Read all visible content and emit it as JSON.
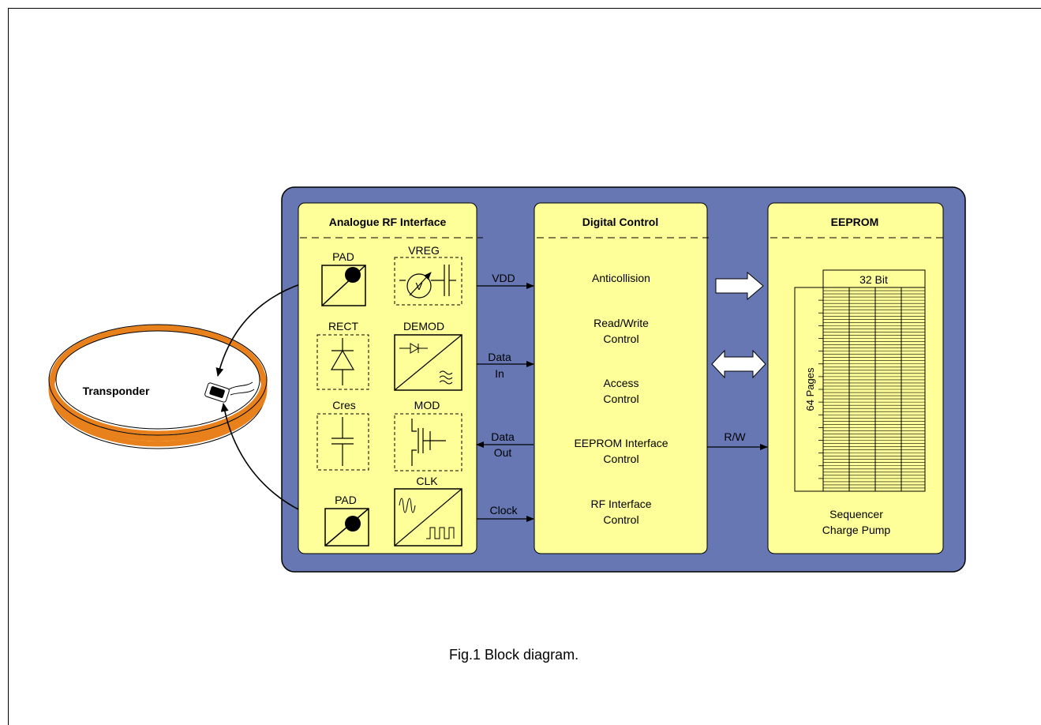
{
  "diagram": {
    "transponder_label": "Transponder",
    "blocks": {
      "analogue": {
        "title": "Analogue RF Interface"
      },
      "digital": {
        "title": "Digital Control"
      },
      "eeprom": {
        "title": "EEPROM"
      }
    },
    "analogue_components": {
      "pad_top": "PAD",
      "vreg": "VREG",
      "vreg_symbol": "V",
      "rect": "RECT",
      "demod": "DEMOD",
      "cres": "Cres",
      "mod": "MOD",
      "clk": "CLK",
      "pad_bottom": "PAD"
    },
    "signals": {
      "vdd": "VDD",
      "data_in_1": "Data",
      "data_in_2": "In",
      "data_out_1": "Data",
      "data_out_2": "Out",
      "clock": "Clock",
      "rw": "R/W"
    },
    "digital_functions": {
      "anticollision": "Anticollision",
      "rw_control_1": "Read/Write",
      "rw_control_2": "Control",
      "access_1": "Access",
      "access_2": "Control",
      "eeprom_if_1": "EEPROM Interface",
      "eeprom_if_2": "Control",
      "rf_if_1": "RF Interface",
      "rf_if_2": "Control"
    },
    "eeprom_content": {
      "width_label": "32 Bit",
      "pages_label": "64 Pages",
      "footer_1": "Sequencer",
      "footer_2": "Charge Pump"
    },
    "caption": "Fig.1  Block diagram."
  },
  "colors": {
    "chip_background": "#6677b3",
    "block_fill": "#ffff99",
    "coil": "#e8801c",
    "outline": "#000000"
  }
}
